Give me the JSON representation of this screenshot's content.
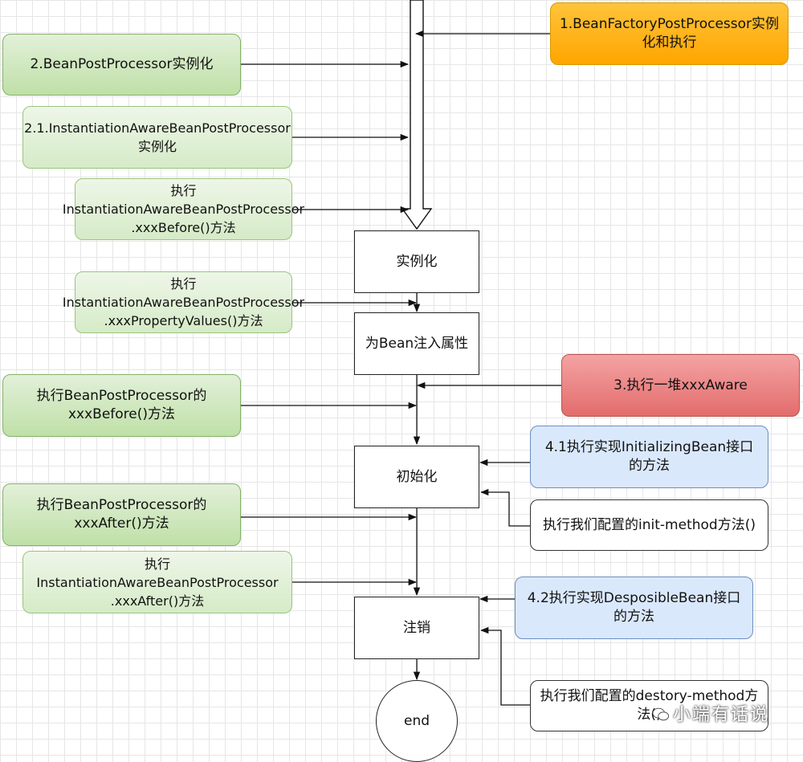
{
  "nodes": {
    "bfpp": "1.BeanFactoryPostProcessor实例\n化和执行",
    "bpp": "2.BeanPostProcessor实例化",
    "iabpp": "2.1.InstantiationAwareBeanPostProcessor\n实例化",
    "iabpp_before": "执行\nInstantiationAwareBeanPostProcessor\n.xxxBefore()方法",
    "iabpp_property": "执行\nInstantiationAwareBeanPostProcessor\n.xxxPropertyValues()方法",
    "bpp_before": "执行BeanPostProcessor的\nxxxBefore()方法",
    "bpp_after": "执行BeanPostProcessor的\nxxxAfter()方法",
    "iabpp_after": "执行\nInstantiationAwareBeanPostProcessor\n.xxxAfter()方法",
    "instantiate": "实例化",
    "inject": "为Bean注入属性",
    "init": "初始化",
    "destroy": "注销",
    "end": "end",
    "aware": "3.执行一堆xxxAware",
    "initializing_bean": "4.1执行实现InitializingBean接口\n的方法",
    "init_method": "执行我们配置的init-method方法()",
    "disposable_bean": "4.2执行实现DesposibleBean接口\n的方法",
    "destroy_method": "执行我们配置的destory-method方\n法()"
  },
  "watermark": "小端有话说",
  "colors": {
    "green": "#82b366",
    "orange": "#ffa500",
    "red": "#e36c6c",
    "blue": "#dae8fc",
    "line": "#111111"
  }
}
